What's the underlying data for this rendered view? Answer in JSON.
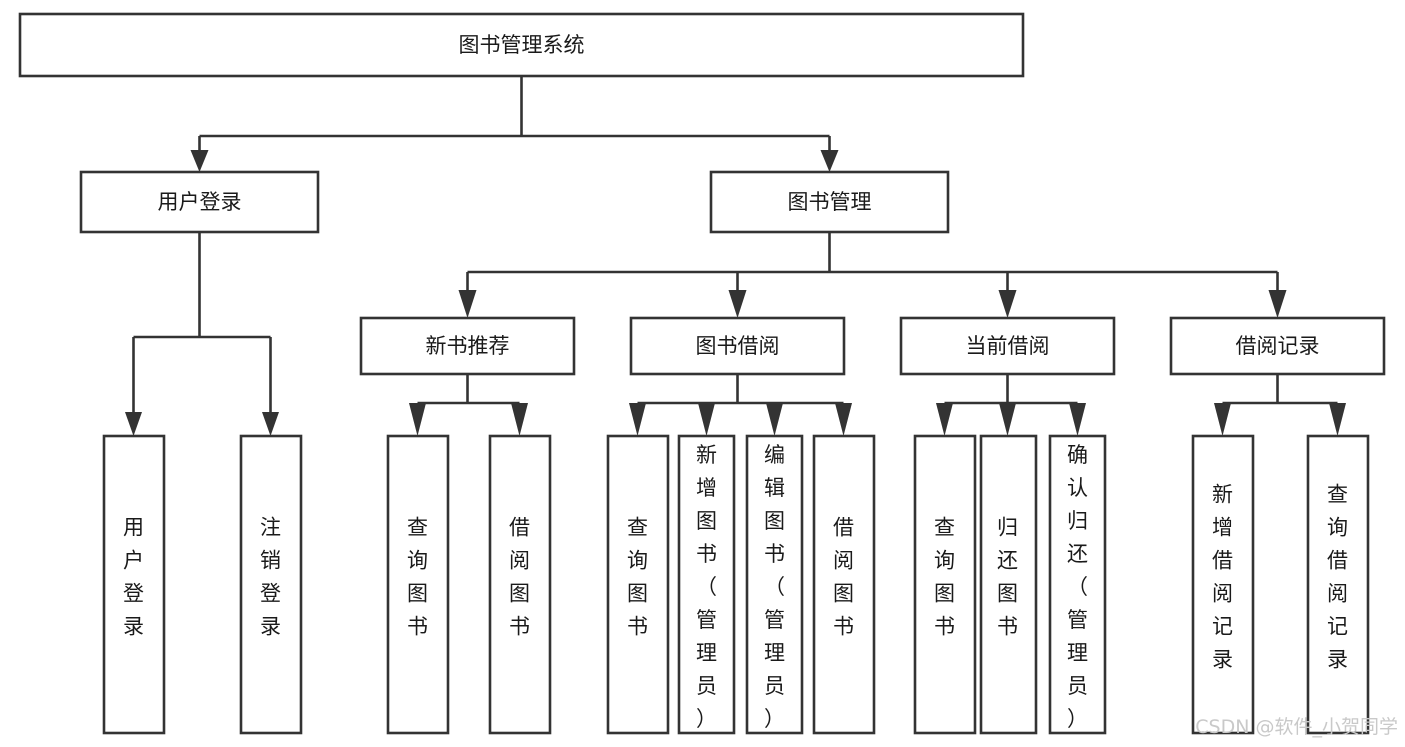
{
  "diagram": {
    "type": "hierarchy-tree",
    "title": "图书管理系统",
    "orientation": "top-down",
    "colors": {
      "box_stroke": "#333333",
      "box_fill": "#ffffff",
      "text": "#1a1a1a",
      "background": "#ffffff",
      "watermark": "#c9c9c9"
    },
    "levels": [
      {
        "level": 0,
        "nodes": [
          {
            "id": "root",
            "label": "图书管理系统",
            "orientation": "horizontal"
          }
        ]
      },
      {
        "level": 1,
        "nodes": [
          {
            "id": "login",
            "label": "用户登录",
            "orientation": "horizontal",
            "parent": "root"
          },
          {
            "id": "bookmgmt",
            "label": "图书管理",
            "orientation": "horizontal",
            "parent": "root"
          }
        ]
      },
      {
        "level": 2,
        "nodes": [
          {
            "id": "newbook",
            "label": "新书推荐",
            "orientation": "horizontal",
            "parent": "bookmgmt"
          },
          {
            "id": "borrow",
            "label": "图书借阅",
            "orientation": "horizontal",
            "parent": "bookmgmt"
          },
          {
            "id": "current",
            "label": "当前借阅",
            "orientation": "horizontal",
            "parent": "bookmgmt"
          },
          {
            "id": "records",
            "label": "借阅记录",
            "orientation": "horizontal",
            "parent": "bookmgmt"
          }
        ]
      },
      {
        "level": 3,
        "nodes": [
          {
            "id": "leaf-user-login",
            "label": "用户登录",
            "orientation": "vertical",
            "parent": "login"
          },
          {
            "id": "leaf-user-logout",
            "label": "注销登录",
            "orientation": "vertical",
            "parent": "login"
          },
          {
            "id": "leaf-new-query",
            "label": "查询图书",
            "orientation": "vertical",
            "parent": "newbook"
          },
          {
            "id": "leaf-new-borrow",
            "label": "借阅图书",
            "orientation": "vertical",
            "parent": "newbook"
          },
          {
            "id": "leaf-borrow-query",
            "label": "查询图书",
            "orientation": "vertical",
            "parent": "borrow"
          },
          {
            "id": "leaf-borrow-add",
            "label": "新增图书（管理员）",
            "orientation": "vertical",
            "parent": "borrow"
          },
          {
            "id": "leaf-borrow-edit",
            "label": "编辑图书（管理员）",
            "orientation": "vertical",
            "parent": "borrow"
          },
          {
            "id": "leaf-borrow-lend",
            "label": "借阅图书",
            "orientation": "vertical",
            "parent": "borrow"
          },
          {
            "id": "leaf-current-query",
            "label": "查询图书",
            "orientation": "vertical",
            "parent": "current"
          },
          {
            "id": "leaf-current-return",
            "label": "归还图书",
            "orientation": "vertical",
            "parent": "current"
          },
          {
            "id": "leaf-current-confirm",
            "label": "确认归还（管理员）",
            "orientation": "vertical",
            "parent": "current"
          },
          {
            "id": "leaf-record-add",
            "label": "新增借阅记录",
            "orientation": "vertical",
            "parent": "records"
          },
          {
            "id": "leaf-record-query",
            "label": "查询借阅记录",
            "orientation": "vertical",
            "parent": "records"
          }
        ]
      }
    ]
  },
  "watermark": {
    "text": "CSDN @软件_小贺同学"
  }
}
